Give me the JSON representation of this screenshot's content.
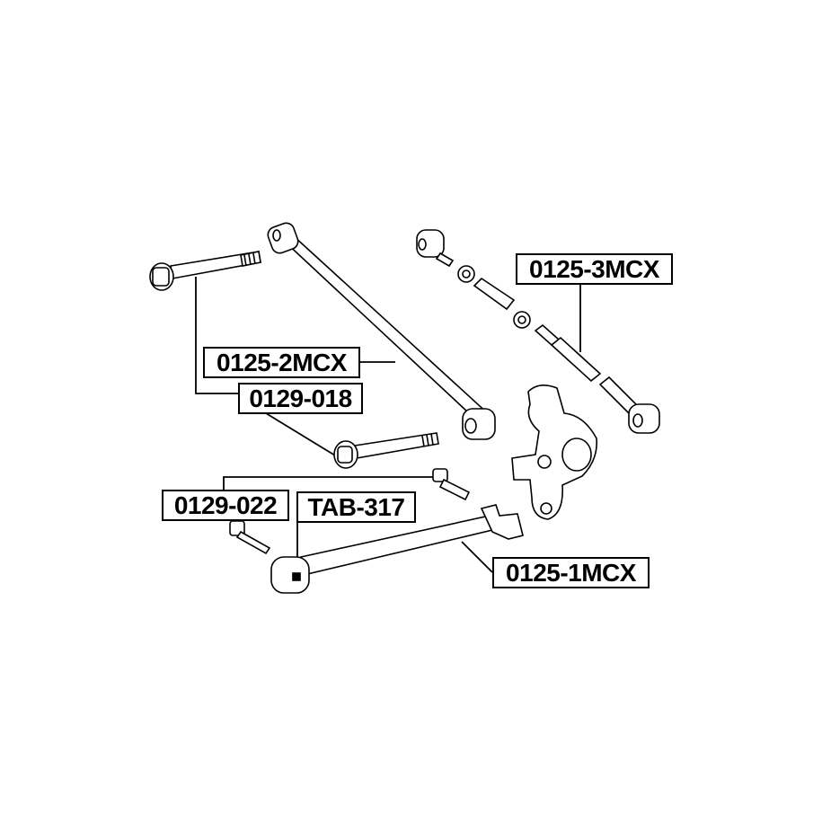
{
  "labels": {
    "p_0125_3mcx": "0125-3MCX",
    "p_0125_2mcx": "0125-2MCX",
    "p_0129_018": "0129-018",
    "p_0129_022": "0129-022",
    "p_tab_317": "TAB-317",
    "p_0125_1mcx": "0125-1MCX"
  }
}
